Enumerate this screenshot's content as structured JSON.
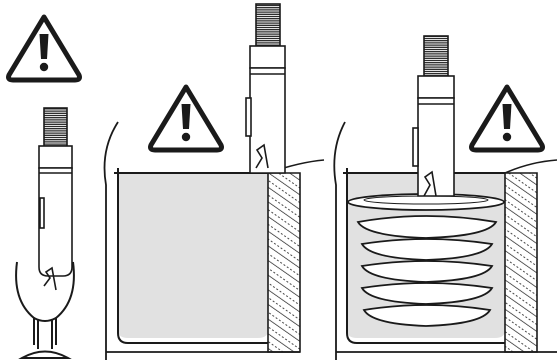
{
  "figure": {
    "panels": [
      {
        "id": "glass",
        "warning": true,
        "content": "blender-in-wine-glass"
      },
      {
        "id": "sink-empty",
        "warning": true,
        "content": "blender-in-water-filled-sink"
      },
      {
        "id": "sink-dishes",
        "warning": true,
        "content": "blender-in-sink-with-stacked-dishes"
      }
    ],
    "icons": [
      "warning-triangle-icon",
      "warning-triangle-icon",
      "warning-triangle-icon"
    ]
  },
  "colors": {
    "line": "#1a1a1a",
    "water": "#e1e1e1",
    "warning_fill": "#ffffff",
    "wall_hatch": "#1a1a1a"
  }
}
